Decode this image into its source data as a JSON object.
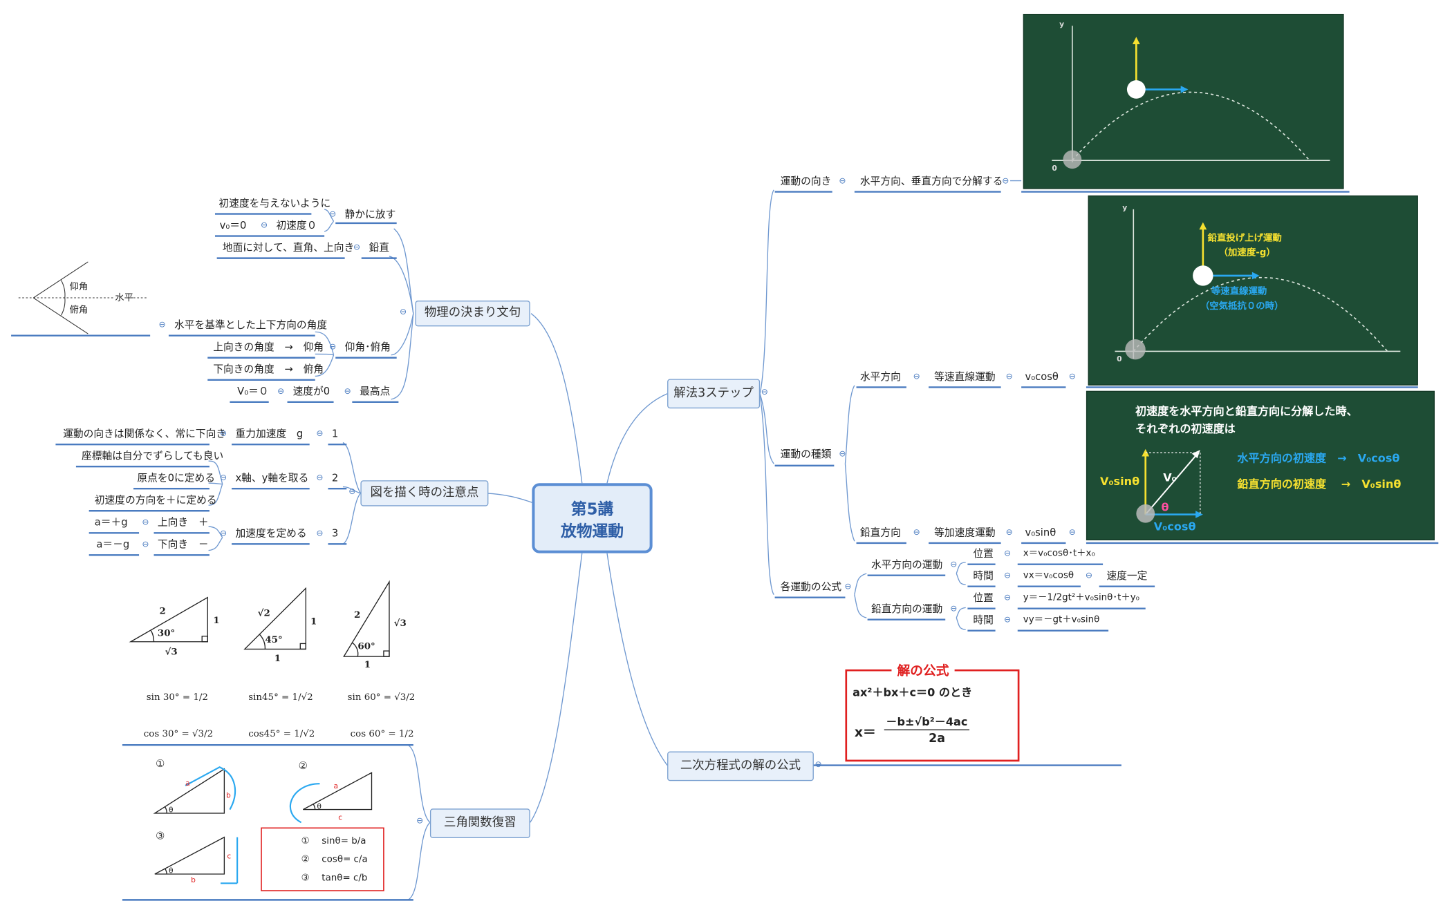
{
  "center": {
    "line1": "第5講",
    "line2": "放物運動"
  },
  "topics": {
    "physics_terms": "物理の決まり文句",
    "drawing_notes": "図を描く時の注意点",
    "trig_review": "三角関数復習",
    "solution_steps": "解法3ステップ",
    "quadratic": "二次方程式の解の公式"
  },
  "physics": {
    "no_init": "初速度を与えないように",
    "v0_zero": "v₀＝0",
    "init_zero": "初速度０",
    "release": "静かに放す",
    "perp": "地面に対して、直角、上向き",
    "vertical": "鉛直",
    "angle_desc": "水平を基準とした上下方向の角度",
    "up_angle": "上向きの角度　→　仰角",
    "down_angle": "下向きの角度　→　俯角",
    "elev_dep": "仰角･俯角",
    "vy_zero": "V₀＝０",
    "speed_zero": "速度が0",
    "highest": "最高点",
    "fig_elev": "仰角",
    "fig_dep": "俯角",
    "fig_horiz": "水平"
  },
  "drawing": {
    "gravity_desc": "運動の向きは関係なく、常に下向き",
    "gravity": "重力加速度　g",
    "n1": "1",
    "shift": "座標軸は自分でずらしても良い",
    "origin": "原点を0に定める",
    "axes": "x軸、y軸を取る",
    "n2": "2",
    "positive": "初速度の方向を＋に定める",
    "a_plus": "a＝＋g",
    "up_plus": "上向き　＋",
    "a_minus": "a＝－g",
    "down_minus": "下向き　－",
    "accel": "加速度を定める",
    "n3": "3"
  },
  "trig": {
    "t1": {
      "hyp": "2",
      "opp": "1",
      "adj": "√3",
      "ang": "30°"
    },
    "t2": {
      "hyp": "√2",
      "opp": "1",
      "adj": "1",
      "ang": "45°"
    },
    "t3": {
      "hyp": "2",
      "opp": "√3",
      "adj": "1",
      "ang": "60°"
    },
    "sin30": "sin 30° = 1/2",
    "sin45": "sin45° = 1/√2",
    "sin60": "sin 60° = √3/2",
    "cos30": "cos 30° = √3/2",
    "cos45": "cos45° = 1/√2",
    "cos60": "cos 60° = 1/2",
    "m1": "①",
    "m2": "②",
    "m3": "③",
    "a": "a",
    "b": "b",
    "c": "c",
    "th": "θ",
    "sin_def": "①　 sinθ= b/a",
    "cos_def": "②　 cosθ= c/a",
    "tan_def": "③　 tanθ= c/b"
  },
  "steps": {
    "direction": "運動の向き",
    "decompose": "水平方向、垂直方向で分解する",
    "types": "運動の種類",
    "horiz": "水平方向",
    "uniform": "等速直線運動",
    "v0cos": "v₀cosθ",
    "vert": "鉛直方向",
    "accel": "等加速度運動",
    "v0sin": "v₀sinθ",
    "formulas": "各運動の公式",
    "horiz_motion": "水平方向の運動",
    "vert_motion": "鉛直方向の運動",
    "pos": "位置",
    "time": "時間",
    "x_eq": "x＝v₀cosθ･t＋x₀",
    "vx_eq": "vx＝v₀cosθ",
    "const_speed": "速度一定",
    "y_eq": "y＝－1/2gt²＋v₀sinθ･t＋y₀",
    "vy_eq": "vy＝－gt＋v₀sinθ"
  },
  "board1": {
    "y": "y",
    "o": "0"
  },
  "board2": {
    "y": "y",
    "o": "0",
    "vert_label": "鉛直投げ上げ運動",
    "vert_sub": "（加速度-g）",
    "horiz_label": "等速直線運動",
    "horiz_sub": "（空気抵抗０の時）"
  },
  "board3": {
    "line1": "初速度を水平方向と鉛直方向に分解した時、",
    "line2": "それぞれの初速度は",
    "h_init": "水平方向の初速度　→　V₀cosθ",
    "v_init": "鉛直方向の初速度　 →　V₀sinθ",
    "v0sin": "V₀sinθ",
    "v0": "V₀",
    "theta": "θ",
    "v0cos": "V₀cosθ"
  },
  "formula": {
    "title": "解の公式",
    "cond": "ax²＋bx＋c＝0 のとき",
    "x": "x＝",
    "num": "－b±√b²－4ac",
    "den": "2a"
  },
  "colors": {
    "line": "#5b8ed4",
    "board": "#1e4d35",
    "yellow": "#f5e030",
    "blue": "#2aa8f0",
    "red": "#e02020"
  }
}
